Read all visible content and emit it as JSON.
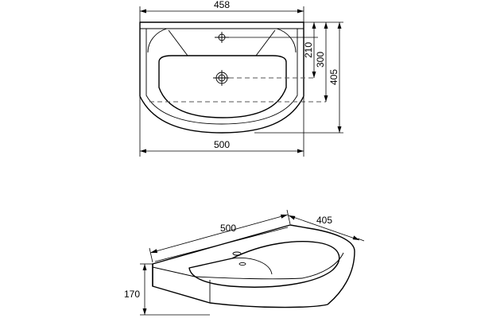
{
  "top_view": {
    "dim_top_width": "458",
    "dim_bottom_width": "500",
    "dim_tap_depth": "210",
    "dim_drain_depth": "300",
    "dim_total_depth": "405"
  },
  "perspective_view": {
    "dim_width": "500",
    "dim_depth": "405",
    "dim_height": "170"
  }
}
